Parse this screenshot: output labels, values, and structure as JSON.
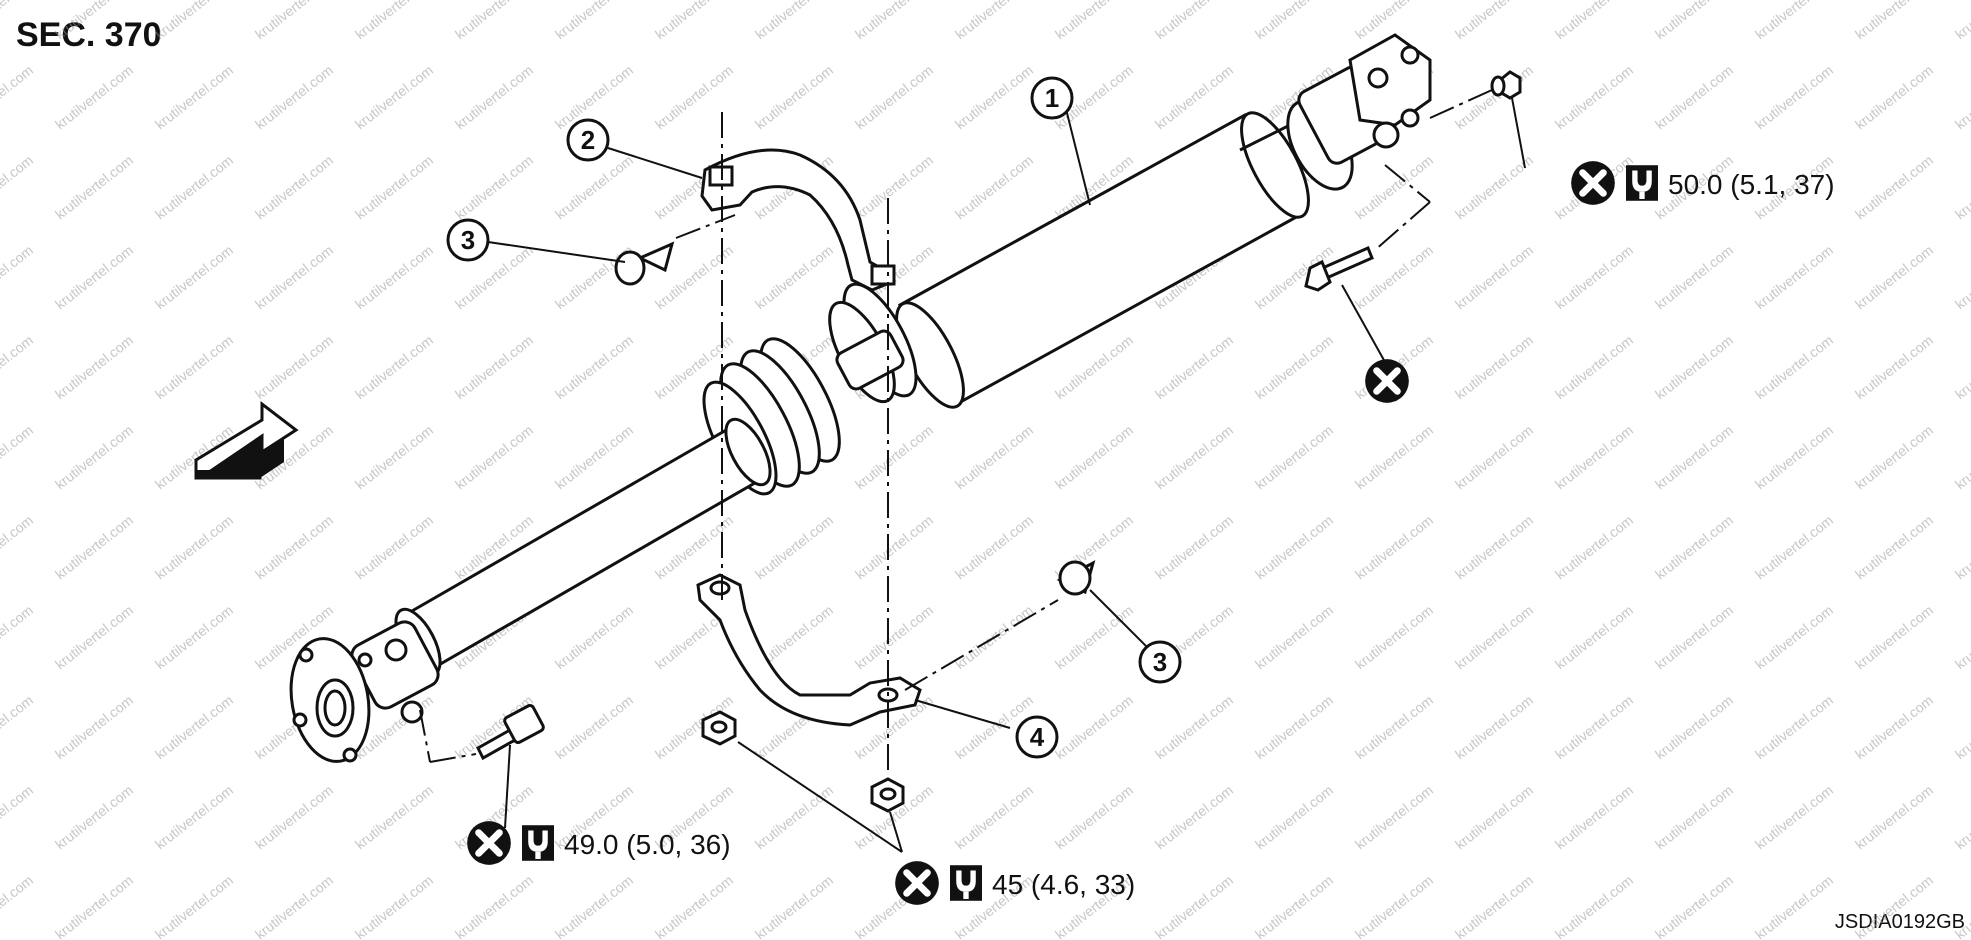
{
  "section_title": "SEC. 370",
  "diagram_code": "JSDIA0192GB",
  "watermark": "krutilvertel.com",
  "callouts": [
    {
      "id": "1",
      "label": "1"
    },
    {
      "id": "2",
      "label": "2"
    },
    {
      "id": "3a",
      "label": "3"
    },
    {
      "id": "3b",
      "label": "3"
    },
    {
      "id": "4",
      "label": "4"
    }
  ],
  "torque_specs": {
    "rear_flange": "50.0 (5.1, 37)",
    "front_flange": "49.0 (5.0, 36)",
    "center_bearing": "45 (4.6, 33)"
  },
  "icons": {
    "do_not_reuse": "do-not-reuse-icon",
    "torque_wrench": "torque-wrench-icon",
    "front_arrow": "front-direction-arrow-icon"
  }
}
